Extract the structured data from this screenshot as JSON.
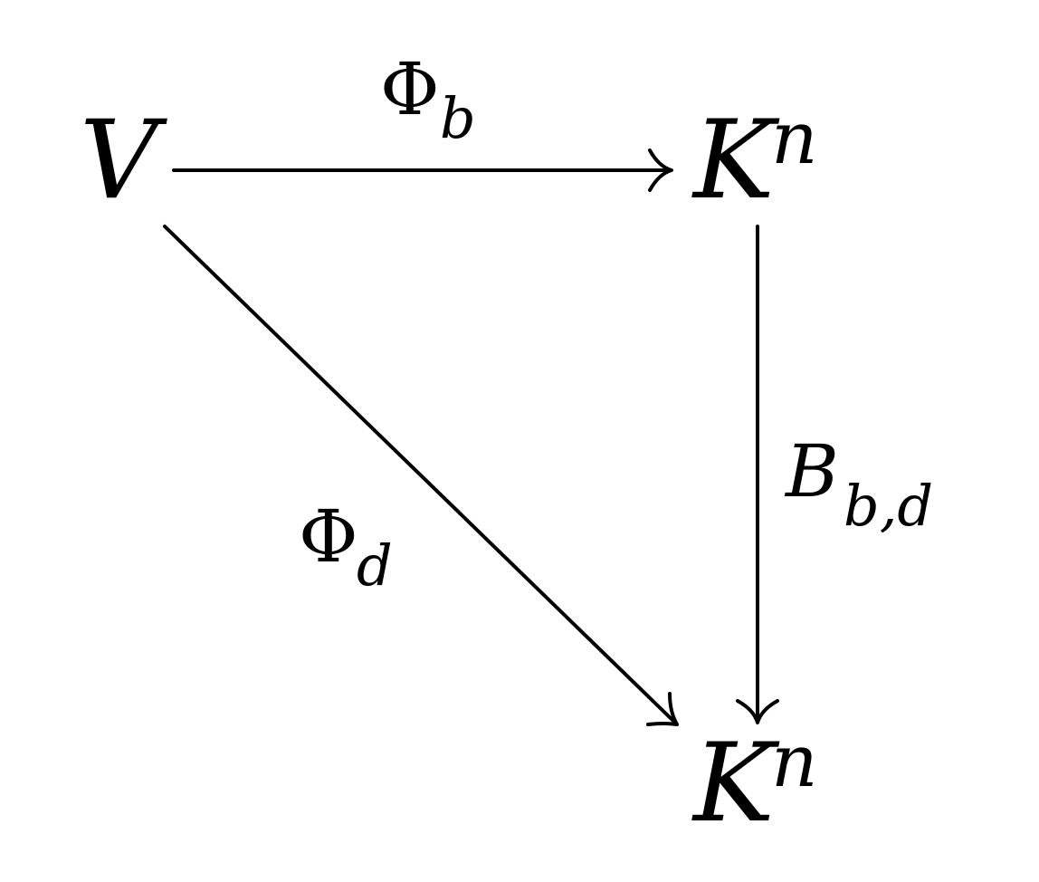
{
  "nodes": {
    "top_left": {
      "base": "V"
    },
    "top_right": {
      "base": "K",
      "sup": "n"
    },
    "bottom_right": {
      "base": "K",
      "sup": "n"
    }
  },
  "arrows": {
    "top": {
      "symbol": "Φ",
      "subscript": "b"
    },
    "right": {
      "symbol": "B",
      "subscript": "b,d"
    },
    "diagonal": {
      "symbol": "Φ",
      "subscript": "d"
    }
  }
}
